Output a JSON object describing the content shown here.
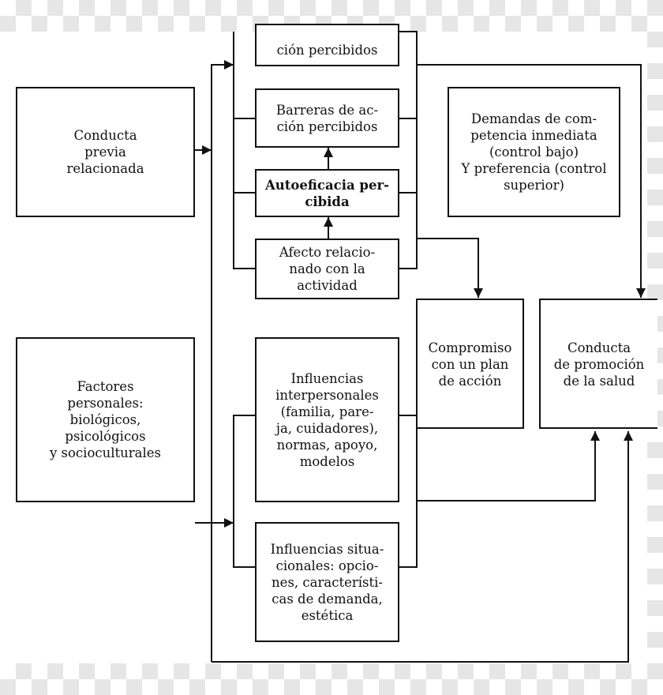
{
  "diagram": {
    "boxes": {
      "top_partial": "ción percibidos",
      "barreras": "Barreras de ac-\nción percibidos",
      "autoeficacia": "Autoeficacia per-\ncibida",
      "afecto": "Afecto relacio-\nnado con la\nactividad",
      "conducta_previa": "Conducta\nprevia\nrelacionada",
      "factores": "Factores\npersonales:\nbiológicos,\npsicológicos\ny socioculturales",
      "demandas": "Demandas de com-\npetencia inmediata\n(control bajo)\nY preferencia (control\nsuperior)",
      "interpersonales": "Influencias\ninterpersonales\n(familia, pare-\nja, cuidadores),\nnormas, apoyo,\nmodelos",
      "situacionales": "Influencias situa-\ncionales: opcio-\nnes, característi-\ncas de demanda,\nestética",
      "compromiso": "Compromiso\ncon un plan\nde acción",
      "conducta_promocion": "Conducta\nde promoción\nde la salud"
    }
  }
}
